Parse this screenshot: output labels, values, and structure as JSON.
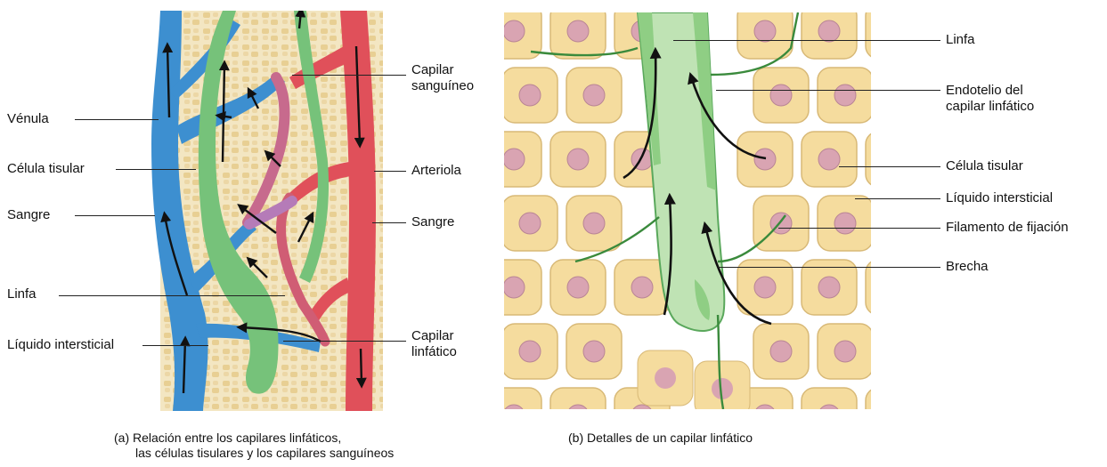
{
  "panel_a": {
    "labels_left": {
      "venula": "Vénula",
      "celula_tisular": "Célula tisular",
      "sangre": "Sangre",
      "linfa": "Linfa",
      "liquido_intersticial": "Líquido intersticial"
    },
    "labels_right": {
      "capilar_sanguineo": "Capilar\nsanguíneo",
      "arteriola": "Arteriola",
      "sangre": "Sangre",
      "capilar_linfatico": "Capilar\nlinfático"
    },
    "caption_line1": "(a) Relación entre los capilares linfáticos,",
    "caption_line2": "las células tisulares y los capilares sanguíneos"
  },
  "panel_b": {
    "labels": {
      "linfa": "Linfa",
      "endotelio": "Endotelio del\ncapilar linfático",
      "celula_tisular": "Célula tisular",
      "liquido_intersticial": "Líquido intersticial",
      "filamento": "Filamento de fijación",
      "brecha": "Brecha"
    },
    "caption": "(b) Detalles de un capilar linfático"
  },
  "colors": {
    "venous_blue": "#3d8fd0",
    "arterial_red": "#e0505a",
    "mixed_purple": "#b57bb8",
    "lymph_green": "#76c27a",
    "lymph_green_light": "#bfe3b4",
    "tissue_cell": "#f5dc9e",
    "cell_outline": "#d8b977",
    "nucleus": "#d9a4b2",
    "filament": "#3a8a3c",
    "tissue_bg": "#f3e6c2"
  }
}
